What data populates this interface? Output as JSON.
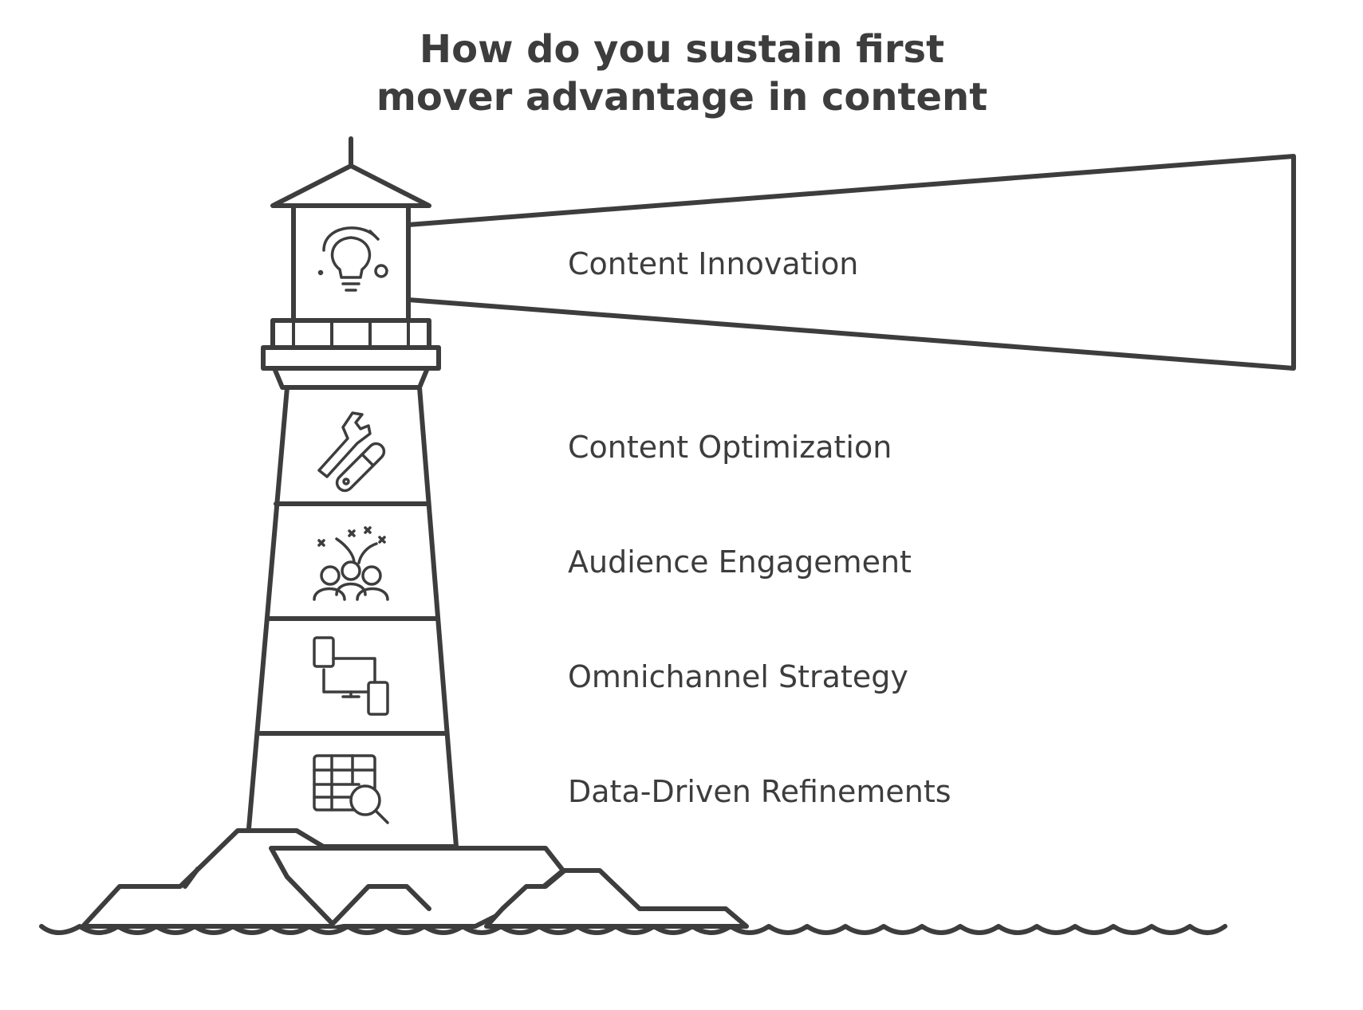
{
  "title": {
    "line1": "How do you sustain first",
    "line2": "mover advantage in content"
  },
  "layers": [
    {
      "label": "Content Innovation",
      "icon": "lightbulb-icon"
    },
    {
      "label": "Content Optimization",
      "icon": "wrench-tools-icon"
    },
    {
      "label": "Audience Engagement",
      "icon": "audience-celebration-icon"
    },
    {
      "label": "Omnichannel Strategy",
      "icon": "multi-device-icon"
    },
    {
      "label": "Data-Driven Refinements",
      "icon": "data-search-icon"
    }
  ],
  "colors": {
    "stroke": "#3d3d3d",
    "background": "#ffffff"
  }
}
